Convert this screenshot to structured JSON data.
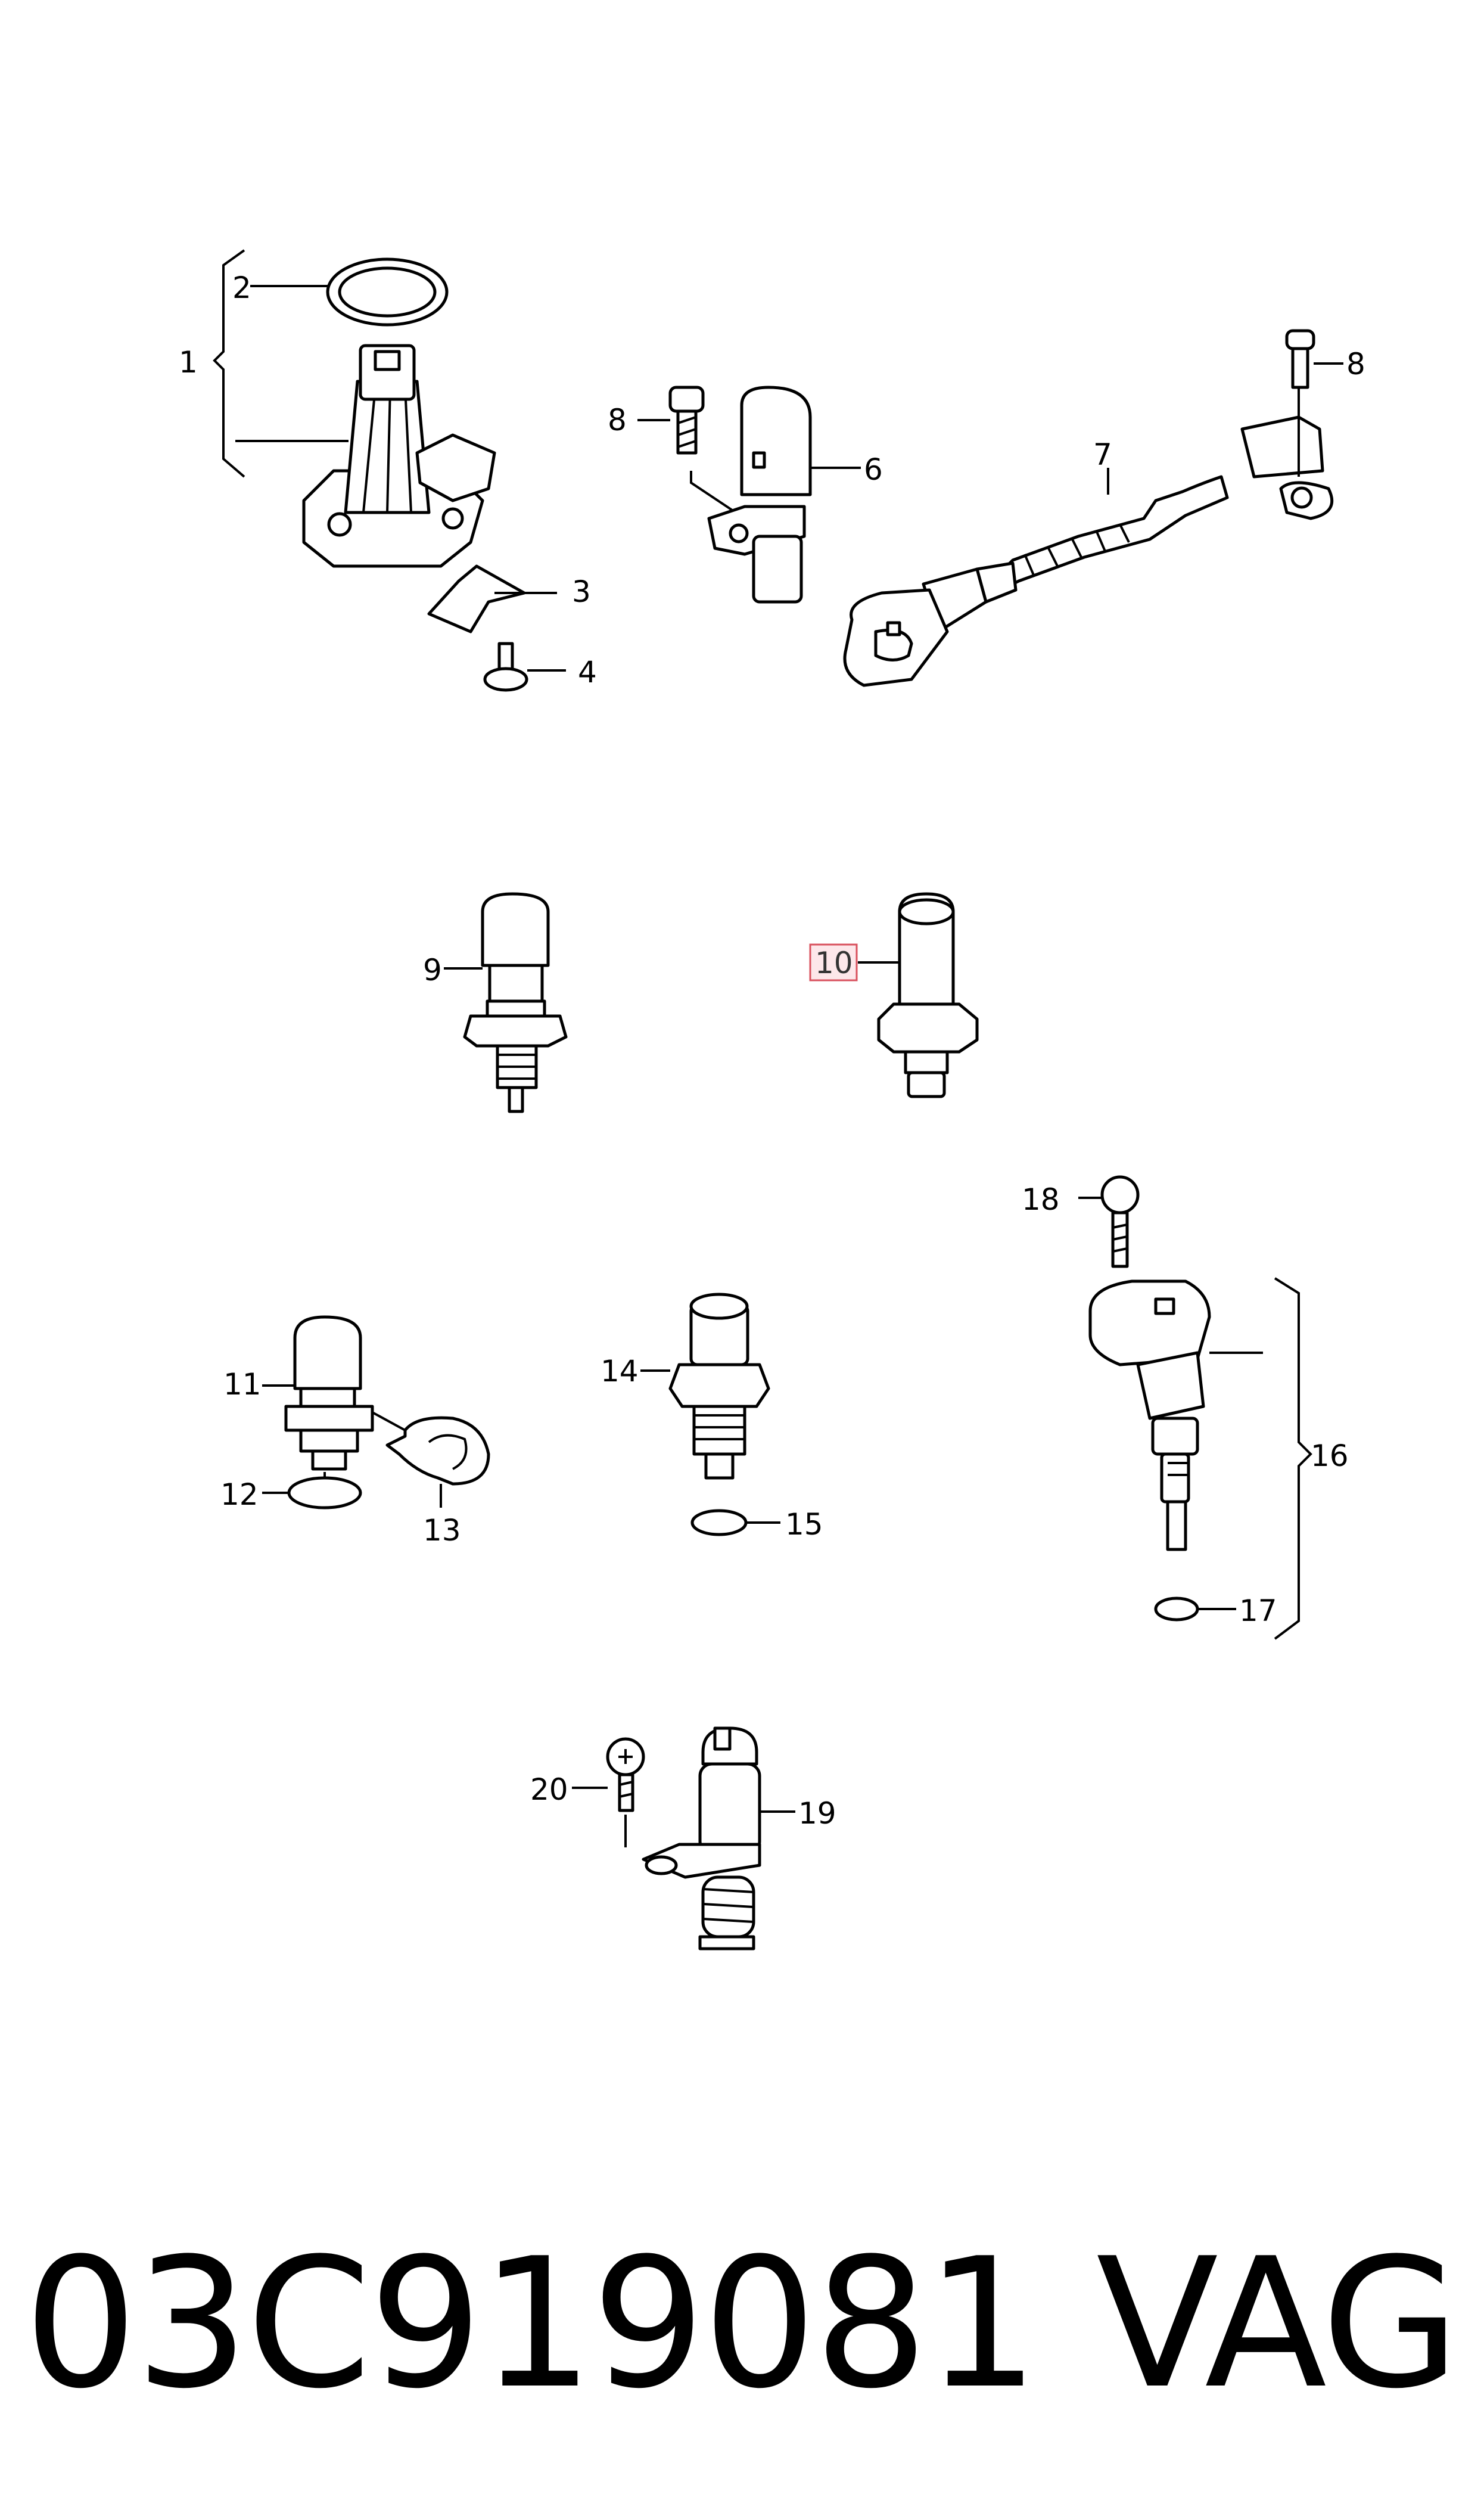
{
  "diagram": {
    "callouts": {
      "c1": "1",
      "c2": "2",
      "c3": "3",
      "c4": "4",
      "c6": "6",
      "c7": "7",
      "c8a": "8",
      "c8b": "8",
      "c9": "9",
      "c10": "10",
      "c11": "11",
      "c12": "12",
      "c13": "13",
      "c14": "14",
      "c15": "15",
      "c16": "16",
      "c17": "17",
      "c18": "18",
      "c19": "19",
      "c20": "20"
    },
    "highlighted": "10",
    "highlight_color": "#d9515e"
  },
  "footer": {
    "part_number": "03C919081",
    "brand": "VAG"
  }
}
